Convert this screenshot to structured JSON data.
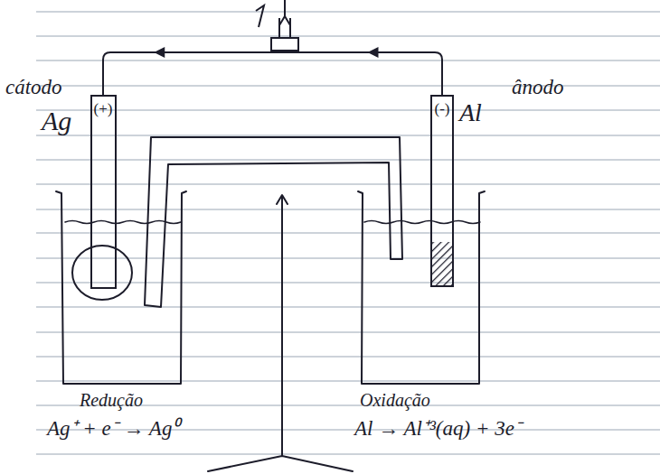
{
  "diagram": {
    "nodes": [
      {
        "text": [
          "(+)"
        ]
      },
      {
        "text": [
          "(-)"
        ]
      }
    ],
    "edges": [
      {
        "from": 1,
        "to": 0,
        "arrow": "to"
      }
    ],
    "labels": [
      "cátodo",
      "Ag",
      "ânodo",
      "Al",
      "Redução",
      "Ag⁺ + e⁻ → Ag⁰",
      "Oxidação",
      "Al → Al⁺³(aq) + 3e⁻"
    ]
  }
}
